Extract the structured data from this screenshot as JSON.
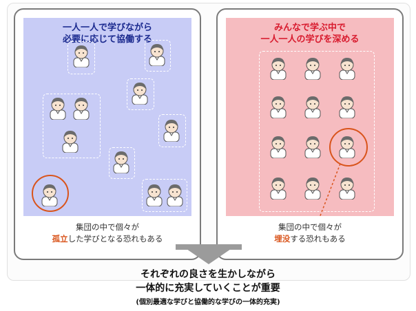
{
  "left_panel": {
    "title_line1": "一人一人で学びながら",
    "title_line2": "必要に応じて協働する",
    "caption_line1": "集団の中で個々が",
    "caption_highlight": "孤立",
    "caption_rest": "した学びとなる恐れもある"
  },
  "right_panel": {
    "title_line1": "みんなで学ぶ中で",
    "title_line2": "一人一人の学びを深める",
    "caption_line1": "集団の中で個々が",
    "caption_highlight": "埋没",
    "caption_rest": "する恐れもある"
  },
  "conclusion": {
    "line1": "それぞれの良さを生かしながら",
    "line2": "一体的に充実していくことが重要",
    "line3": "(個別最適な学びと協働的な学びの一体的充実)"
  },
  "colors": {
    "left_bg": "#c8ccf6",
    "right_bg": "#f6bcc0",
    "left_title": "#1b2a8f",
    "right_title": "#d81b2e",
    "highlight": "#d9541b",
    "arrow": "#9b9b9b"
  },
  "icons": {
    "person": "student-person-icon",
    "arrow": "down-arrow-icon"
  }
}
